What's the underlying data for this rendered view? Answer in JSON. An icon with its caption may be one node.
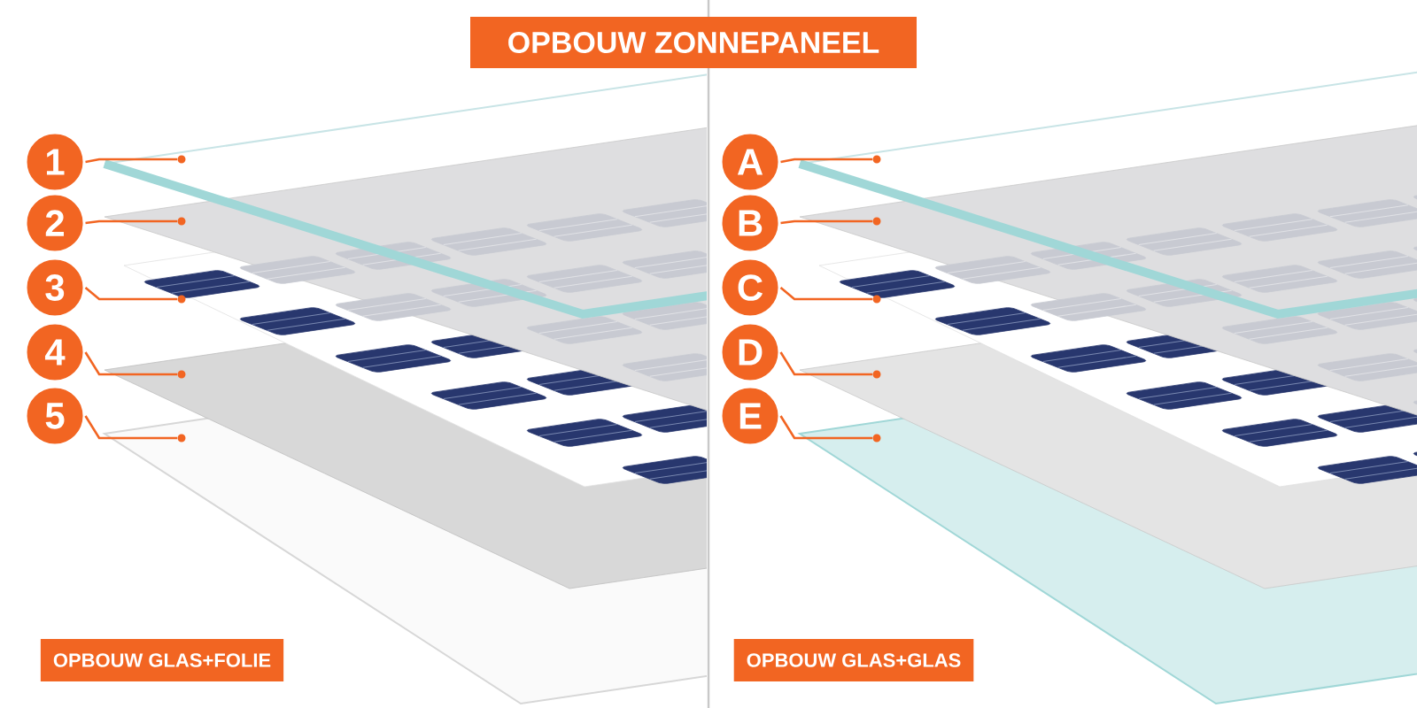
{
  "diagram": {
    "title": "OPBOUW ZONNEPANEEL",
    "nodes": [
      {
        "text": [
          "1"
        ]
      },
      {
        "text": [
          "2"
        ]
      },
      {
        "text": [
          "3"
        ]
      },
      {
        "text": [
          "4"
        ]
      },
      {
        "text": [
          "5"
        ]
      },
      {
        "text": [
          "A"
        ]
      },
      {
        "text": [
          "B"
        ]
      },
      {
        "text": [
          "C"
        ]
      },
      {
        "text": [
          "D"
        ]
      },
      {
        "text": [
          "E"
        ]
      },
      {
        "text": [],
        "shape": "circle"
      },
      {
        "text": [],
        "shape": "circle"
      },
      {
        "text": [],
        "shape": "circle"
      },
      {
        "text": [],
        "shape": "circle"
      },
      {
        "text": [],
        "shape": "circle"
      },
      {
        "text": [],
        "shape": "circle"
      },
      {
        "text": [],
        "shape": "circle"
      },
      {
        "text": [],
        "shape": "circle"
      },
      {
        "text": [],
        "shape": "circle"
      },
      {
        "text": [],
        "shape": "circle"
      }
    ],
    "edges": [
      {
        "from": 0,
        "to": 10,
        "arrow": "none"
      },
      {
        "from": 1,
        "to": 11,
        "arrow": "none"
      },
      {
        "from": 2,
        "to": 12,
        "arrow": "none"
      },
      {
        "from": 3,
        "to": 13,
        "arrow": "none"
      },
      {
        "from": 4,
        "to": 14,
        "arrow": "none"
      },
      {
        "from": 5,
        "to": 15,
        "arrow": "none"
      },
      {
        "from": 6,
        "to": 16,
        "arrow": "none"
      },
      {
        "from": 7,
        "to": 17,
        "arrow": "none"
      },
      {
        "from": 8,
        "to": 18,
        "arrow": "none"
      },
      {
        "from": 9,
        "to": 19,
        "arrow": "none"
      }
    ],
    "labels": [
      "OPBOUW GLAS+FOLIE",
      "OPBOUW GLAS+GLAS"
    ]
  }
}
